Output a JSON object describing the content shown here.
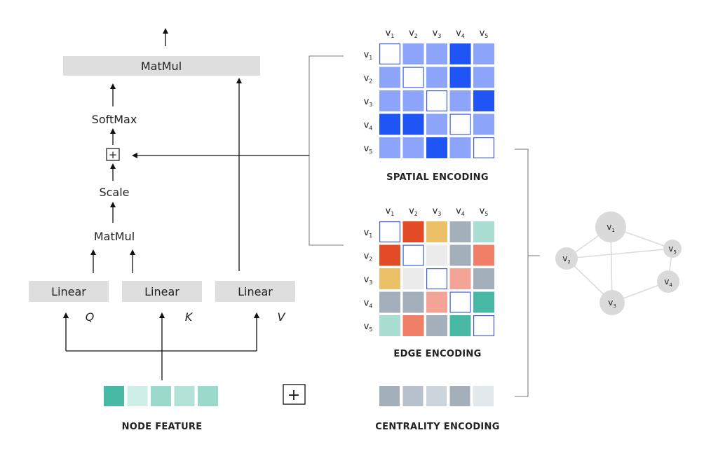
{
  "attention_block": {
    "matmul_top": "MatMul",
    "softmax": "SoftMax",
    "scale": "Scale",
    "matmul_bottom": "MatMul",
    "linear_labels": [
      "Linear",
      "Linear",
      "Linear"
    ],
    "qkv_labels": [
      "Q",
      "K",
      "V"
    ],
    "add_symbol": "+"
  },
  "node_feature": {
    "title": "NODE FEATURE",
    "cell_colors": [
      "#47b8a3",
      "#cfeee6",
      "#9bd9cb",
      "#b3e3d7",
      "#9bd9cb"
    ]
  },
  "plus_sign": "+",
  "matrix_labels": [
    "v1",
    "v2",
    "v3",
    "v4",
    "v5"
  ],
  "spatial_encoding": {
    "title": "SPATIAL ENCODING",
    "grid": [
      [
        "#ffffff",
        "#8ca5fb",
        "#8ca5fb",
        "#1f55f5",
        "#8ca5fb"
      ],
      [
        "#8ca5fb",
        "#ffffff",
        "#8ca5fb",
        "#1f55f5",
        "#8ca5fb"
      ],
      [
        "#8ca5fb",
        "#8ca5fb",
        "#ffffff",
        "#8ca5fb",
        "#1f55f5"
      ],
      [
        "#1f55f5",
        "#1f55f5",
        "#8ca5fb",
        "#ffffff",
        "#8ca5fb"
      ],
      [
        "#8ca5fb",
        "#8ca5fb",
        "#1f55f5",
        "#8ca5fb",
        "#ffffff"
      ]
    ]
  },
  "edge_encoding": {
    "title": "EDGE ENCODING",
    "grid": [
      [
        "#ffffff",
        "#e34a26",
        "#ebc066",
        "#a3b0bb",
        "#a9ddd2"
      ],
      [
        "#e34a26",
        "#ffffff",
        "#ebebeb",
        "#a3b0bb",
        "#ef7f66"
      ],
      [
        "#ebc066",
        "#ebebeb",
        "#ffffff",
        "#f4a496",
        "#a3b0bb"
      ],
      [
        "#a3b0bb",
        "#a3b0bb",
        "#f4a496",
        "#ffffff",
        "#47b8a3"
      ],
      [
        "#a9ddd2",
        "#ef7f66",
        "#a3b0bb",
        "#47b8a3",
        "#ffffff"
      ]
    ]
  },
  "centrality_encoding": {
    "title": "CENTRALITY ENCODING",
    "cell_colors": [
      "#a3b0bb",
      "#b6c1cb",
      "#cdd5dc",
      "#a3b0bb",
      "#e3e8ec"
    ]
  },
  "graph": {
    "nodes": [
      "v1",
      "v2",
      "v3",
      "v4",
      "v5"
    ],
    "node_color": "#dadada",
    "edge_color": "#dcdcdc"
  },
  "colors": {
    "box_fill": "#dedede",
    "arrow": "#111111",
    "connector": "#7a7a7a",
    "cell_border_blue": "#3a5fe5"
  }
}
